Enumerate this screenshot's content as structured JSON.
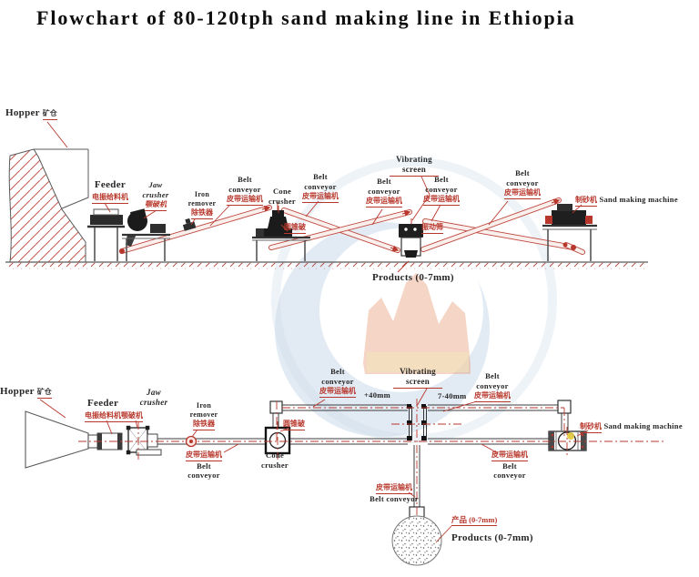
{
  "title": "Flowchart of 80-120tph sand making line in Ethiopia",
  "equipment": {
    "hopper": {
      "en": "Hopper",
      "zh": "矿仓"
    },
    "feeder": {
      "en": "Feeder",
      "zh": "电振给料机"
    },
    "jaw_crusher": {
      "en": "Jaw crusher",
      "zh": "颚破机"
    },
    "iron_remover": {
      "en": "Iron remover",
      "zh": "除铁器"
    },
    "belt_conveyor": {
      "en": "Belt conveyor",
      "zh": "皮带运输机"
    },
    "cone_crusher": {
      "en": "Cone crusher",
      "zh": "圆锥破"
    },
    "vibrating_screen": {
      "en1": "Vibrating",
      "en2": "screen",
      "zh": "振动筛"
    },
    "sand_maker": {
      "zh": "制砂机",
      "en": "Sand making machine"
    }
  },
  "streams": {
    "products": "Products (0-7mm)",
    "products_zh": "产品 (0-7mm)",
    "oversize": "+40mm",
    "middlings": "7-40mm",
    "feeder_jaw_zh": "电振给料机颚破机"
  },
  "colors": {
    "annotation_red": "#b8372c",
    "drawing_line": "#3c3c3c",
    "watermark_blue": "#b9cfe2",
    "watermark_orange": "#e89c74",
    "highlight_yellow": "#e2c93f"
  }
}
